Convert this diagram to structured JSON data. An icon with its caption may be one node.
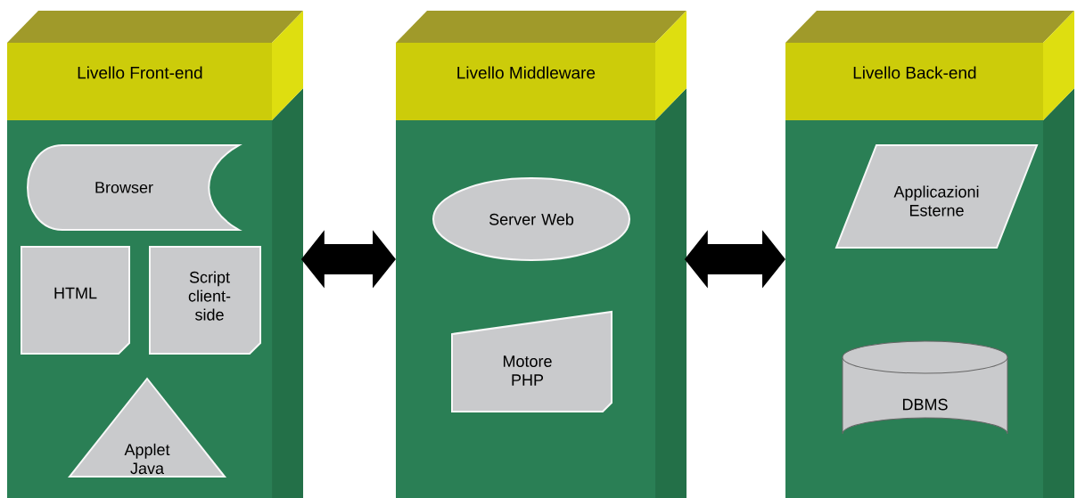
{
  "diagram": {
    "nodes": [
      {
        "text": [
          "Livello Front-end"
        ]
      },
      {
        "text": [
          "Browser"
        ],
        "in": 0
      },
      {
        "text": [
          "HTML"
        ],
        "in": 0
      },
      {
        "text": [
          "Script client-side"
        ],
        "in": 0
      },
      {
        "text": [
          "Applet Java"
        ],
        "in": 0
      },
      {
        "text": [
          "Livello Middleware"
        ]
      },
      {
        "text": [
          "Server Web"
        ],
        "in": 5
      },
      {
        "text": [
          "Motore PHP"
        ],
        "in": 5
      },
      {
        "text": [
          "Livello Back-end"
        ]
      },
      {
        "text": [
          "Applicazioni Esterne"
        ],
        "in": 8
      },
      {
        "text": [
          "DBMS"
        ],
        "in": 8
      }
    ],
    "edges": [
      {
        "from": 0,
        "to": 5,
        "arrow": "both"
      },
      {
        "from": 5,
        "to": 8,
        "arrow": "both"
      }
    ]
  }
}
